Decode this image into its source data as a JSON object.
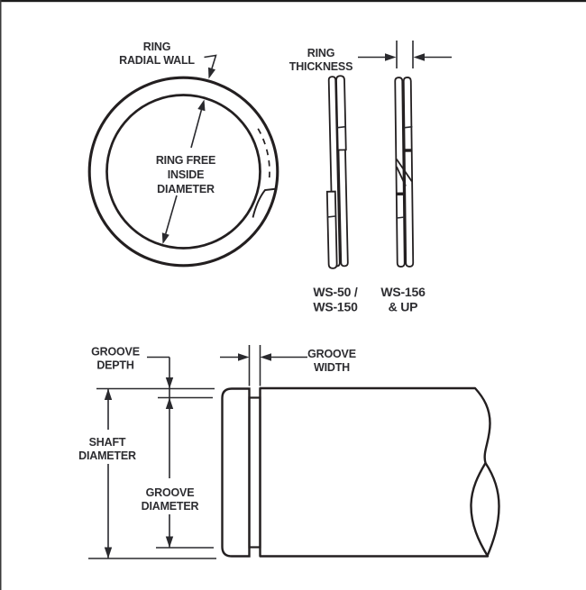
{
  "title": "Retaining ring and shaft groove dimension diagram",
  "labels": {
    "ring_radial_wall": {
      "line1": "RING",
      "line2": "RADIAL WALL"
    },
    "ring_free_inside_diameter": {
      "line1": "RING FREE",
      "line2": "INSIDE",
      "line3": "DIAMETER"
    },
    "ring_thickness": {
      "line1": "RING",
      "line2": "THICKNESS"
    },
    "ws_small": {
      "line1": "WS-50 /",
      "line2": "WS-150"
    },
    "ws_large": {
      "line1": "WS-156",
      "line2": "& UP"
    },
    "groove_depth": {
      "line1": "GROOVE",
      "line2": "DEPTH"
    },
    "groove_width": {
      "line1": "GROOVE",
      "line2": "WIDTH"
    },
    "shaft_diameter": {
      "line1": "SHAFT",
      "line2": "DIAMETER"
    },
    "groove_diameter": {
      "line1": "GROOVE",
      "line2": "DIAMETER"
    }
  },
  "colors": {
    "line": "#231f20",
    "dim_line": "#2a2a2e",
    "text": "#2d2d31",
    "shaft_fill": "#ececee",
    "groove_fill": "#b6b7bb",
    "background": "#ffffff"
  }
}
